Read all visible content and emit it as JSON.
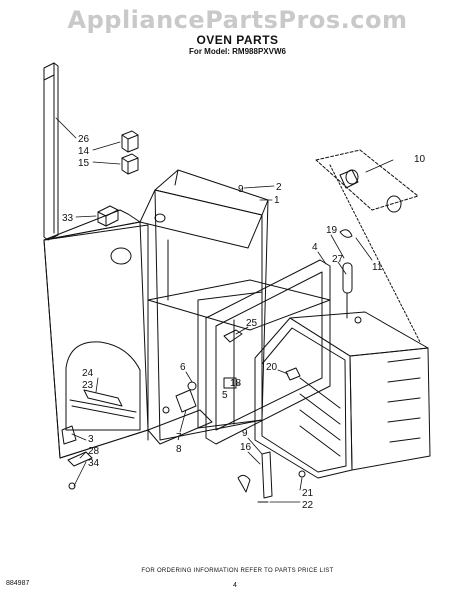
{
  "header": {
    "watermark": "AppliancePartsPros.com",
    "title": "OVEN PARTS",
    "subtitle": "For Model: RM988PXVW6"
  },
  "callouts": {
    "c26": "26",
    "c14": "14",
    "c15": "15",
    "c33": "33",
    "c9a": "9",
    "c2": "2",
    "c1": "1",
    "c10": "10",
    "c4": "4",
    "c19": "19",
    "c27": "27",
    "c11": "11",
    "c25": "25",
    "c6": "6",
    "c18": "18",
    "c5": "5",
    "c20": "20",
    "c24": "24",
    "c23": "23",
    "c7": "7",
    "c8": "8",
    "c9b": "9",
    "c16": "16",
    "c3": "3",
    "c28": "28",
    "c34": "34",
    "c21": "21",
    "c22": "22"
  },
  "footer": {
    "note": "FOR ORDERING INFORMATION REFER TO PARTS PRICE LIST",
    "doc_number": "884987",
    "page_number": "4"
  }
}
